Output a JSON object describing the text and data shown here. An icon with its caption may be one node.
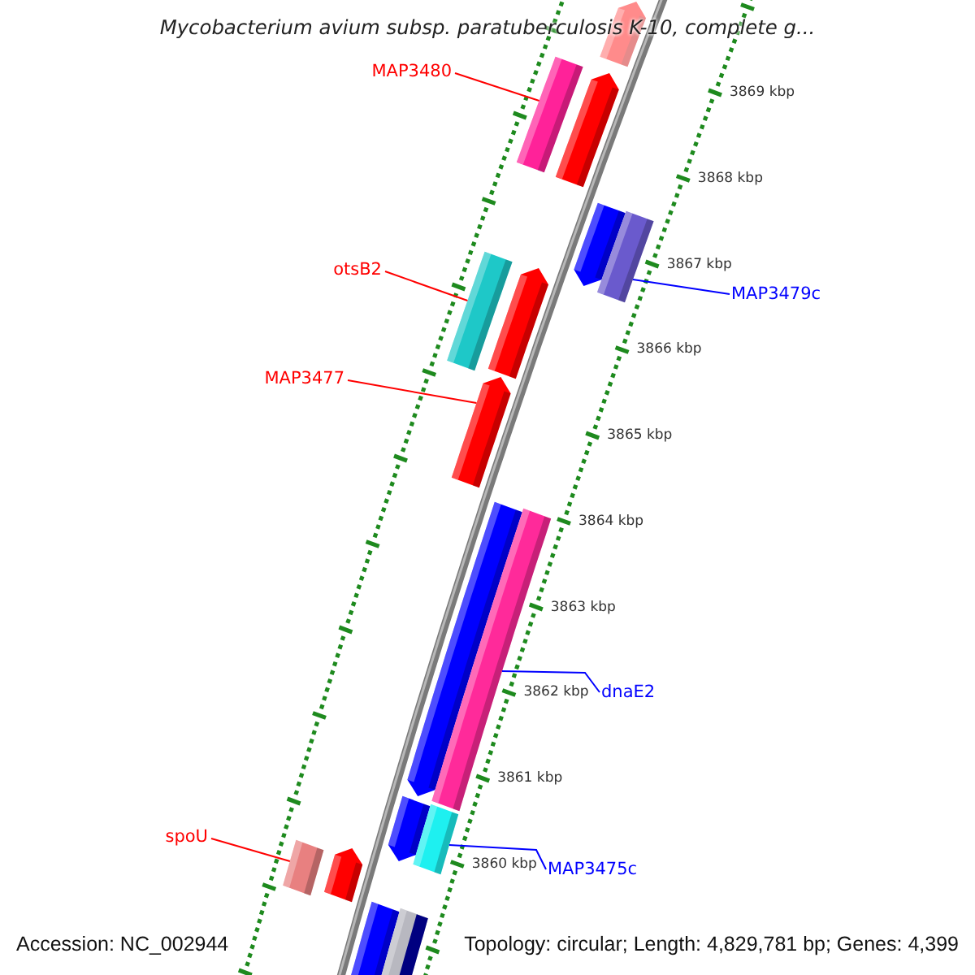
{
  "diagram": {
    "title": "Mycobacterium avium subsp. paratuberculosis K-10, complete g...",
    "nodes": [
      {
        "text": [
          "MAP3480"
        ]
      },
      {
        "text": [],
        "shape": "bar"
      },
      {
        "text": [
          "MAP3479c"
        ]
      },
      {
        "text": [],
        "shape": "bar"
      },
      {
        "text": [
          "otsB2"
        ]
      },
      {
        "text": [],
        "shape": "bar"
      },
      {
        "text": [
          "MAP3477"
        ]
      },
      {
        "text": [],
        "shape": "bar"
      },
      {
        "text": [
          "dnaE2"
        ]
      },
      {
        "text": [],
        "shape": "bar"
      },
      {
        "text": [
          "spoU"
        ]
      },
      {
        "text": [],
        "shape": "bar"
      },
      {
        "text": [
          "MAP3475c"
        ]
      },
      {
        "text": [],
        "shape": "bar"
      }
    ],
    "edges": [
      {
        "from": 0,
        "to": 1,
        "arrow": "none"
      },
      {
        "from": 2,
        "to": 3,
        "arrow": "none",
        "color": "#0000ff"
      },
      {
        "from": 4,
        "to": 5,
        "arrow": "none"
      },
      {
        "from": 6,
        "to": 7,
        "arrow": "none"
      },
      {
        "from": 8,
        "to": 9,
        "arrow": "none",
        "color": "#0000ff"
      },
      {
        "from": 10,
        "to": 11,
        "arrow": "none"
      },
      {
        "from": 12,
        "to": 13,
        "arrow": "none",
        "color": "#0000ff"
      }
    ],
    "labels": [
      "3869 kbp",
      "3868 kbp",
      "3867 kbp",
      "3866 kbp",
      "3865 kbp",
      "3864 kbp",
      "3863 kbp",
      "3862 kbp",
      "3861 kbp",
      "3860 kbp",
      "Accession: NC_002944",
      "Topology: circular; Length: 4,829,781 bp; Genes: 4,399"
    ]
  }
}
